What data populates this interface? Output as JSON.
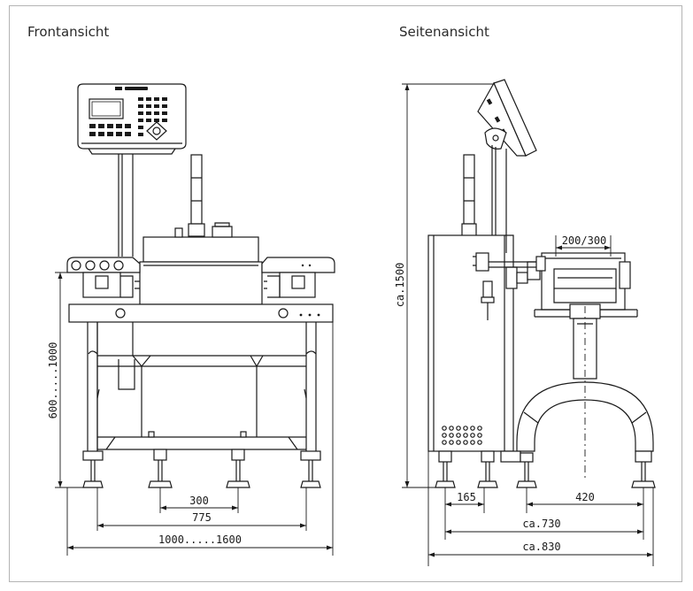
{
  "views": {
    "front": {
      "title": "Frontansicht"
    },
    "side": {
      "title": "Seitenansicht"
    }
  },
  "dimensions": {
    "front_height": "600.....1000",
    "front_foot_spacing": "300",
    "front_width_inner": "775",
    "front_width_total": "1000.....1600",
    "side_height": "ca.1500",
    "side_belt_width": "200/300",
    "side_base_165": "165",
    "side_base_420": "420",
    "side_base_730": "ca.730",
    "side_base_830": "ca.830"
  }
}
